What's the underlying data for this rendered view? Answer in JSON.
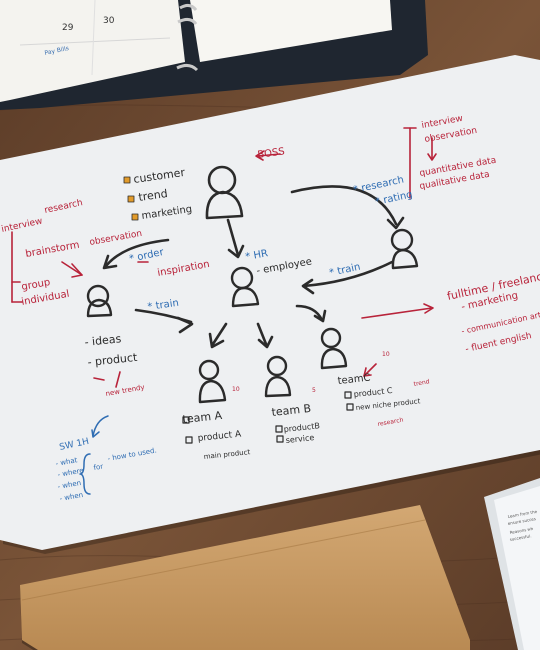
{
  "colors": {
    "ink_black": "#2b2b2b",
    "ink_red": "#b8233a",
    "ink_blue": "#2f6db3",
    "paper": "#eef0f2",
    "wood": "#6b4a33",
    "folder": "#c89b64",
    "orange_bullet": "#e29b2a"
  },
  "calendar": {
    "day_29": "29",
    "day_30": "30",
    "note": "Pay Bills"
  },
  "sheet": {
    "boss_label": "BOSS",
    "boss_bullets": [
      "customer",
      "trend",
      "marketing"
    ],
    "left_red_terms": [
      "interview",
      "research",
      "brainstorm",
      "observation",
      "group",
      "individual"
    ],
    "order_label": "order",
    "inspiration_label": "inspiration",
    "hr_label": "HR",
    "employee_label": "employee",
    "research_label": "research",
    "rating_label": "rating",
    "train_label_1": "train",
    "train_label_2": "train",
    "right_methods": [
      "interview",
      "observation",
      "quantitative data",
      "qualitative data"
    ],
    "fulltime_label": "fulltime / freelance",
    "fulltime_items": [
      "marketing",
      "communication art",
      "fluent english"
    ],
    "left_person_items": [
      "ideas",
      "product"
    ],
    "new_trendy_note": "new trendy",
    "sw1h_title": "SW 1H",
    "sw1h_items": [
      "what",
      "where",
      "when",
      "when"
    ],
    "sw1h_for": "for",
    "sw1h_how": "how to used.",
    "team_a": {
      "title": "team A",
      "item": "product A",
      "sub": "main product",
      "note": "10"
    },
    "team_b": {
      "title": "team B",
      "items": [
        "productB",
        "service"
      ],
      "note": "5"
    },
    "team_c": {
      "title": "teamC",
      "items": [
        "product C",
        "new niche product"
      ],
      "note": "10",
      "trend": "trend",
      "research": "research"
    }
  },
  "tablet": {
    "text_1": "Learn from the",
    "text_2": "ensure succes",
    "text_3": "Reasons wh",
    "text_4": "successful."
  }
}
